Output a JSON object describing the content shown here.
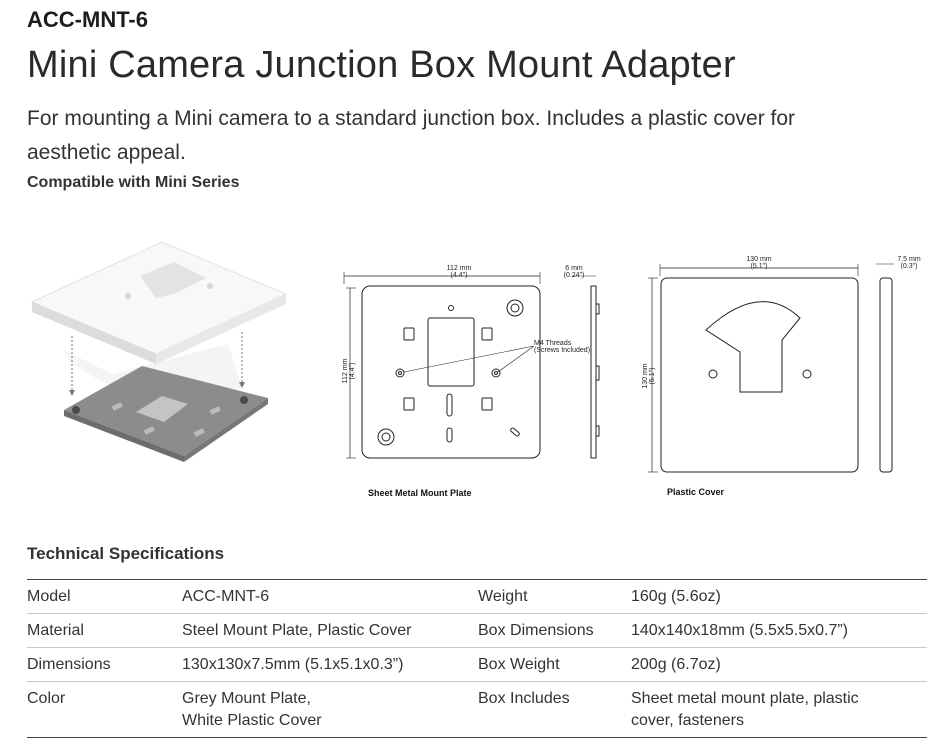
{
  "header": {
    "sku": "ACC-MNT-6",
    "title": "Mini Camera Junction Box Mount Adapter",
    "description": "For mounting a Mini camera to a standard junction box. Includes a plastic cover for aesthetic appeal.",
    "compatibility": "Compatible with Mini Series"
  },
  "figure": {
    "plate_caption": "Sheet Metal Mount Plate",
    "cover_caption": "Plastic Cover",
    "plate_width": "112 mm",
    "plate_width_in": "(4.4\")",
    "plate_height": "112 mm",
    "plate_height_in": "(4.4\")",
    "plate_depth": "6 mm",
    "plate_depth_in": "(0.24\")",
    "threads_label": "M4 Threads",
    "threads_note": "(Screws Included)",
    "cover_width": "130 mm",
    "cover_width_in": "(5.1\")",
    "cover_height": "130 mm",
    "cover_height_in": "(5.1\")",
    "cover_depth": "7.5 mm",
    "cover_depth_in": "(0.3\")"
  },
  "specs": {
    "heading": "Technical Specifications",
    "rows": [
      {
        "l1": "Model",
        "v1": "ACC-MNT-6",
        "l2": "Weight",
        "v2": "160g (5.6oz)"
      },
      {
        "l1": "Material",
        "v1": "Steel Mount Plate, Plastic Cover",
        "l2": "Box Dimensions",
        "v2": "140x140x18mm (5.5x5.5x0.7”)"
      },
      {
        "l1": "Dimensions",
        "v1": "130x130x7.5mm (5.1x5.1x0.3”)",
        "l2": "Box Weight",
        "v2": "200g (6.7oz)"
      },
      {
        "l1": "Color",
        "v1a": "Grey Mount Plate,",
        "v1b": "White Plastic Cover",
        "l2": "Box Includes",
        "v2a": "Sheet metal mount plate, plastic",
        "v2b": "cover, fasteners"
      }
    ]
  }
}
